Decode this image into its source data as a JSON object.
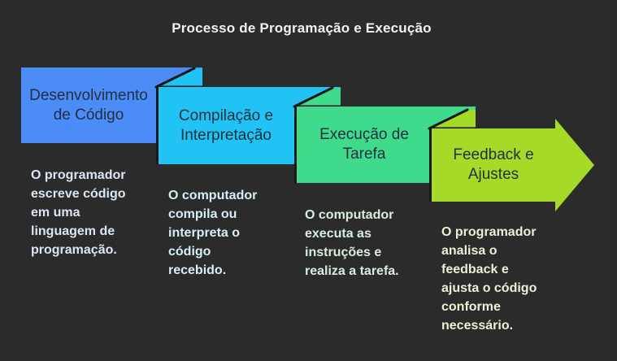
{
  "title": "Processo de Programação e Execução",
  "steps": [
    {
      "label": "Desenvolvimento\nde Código",
      "description": "O programador\nescreve código\nem uma\nlinguagem de\nprogramação."
    },
    {
      "label": "Compilação e\nInterpretação",
      "description": "O computador\ncompila ou\ninterpreta o\ncódigo\nrecebido."
    },
    {
      "label": "Execução de\nTarefa",
      "description": "O computador\nexecuta as\ninstruções e\nrealiza a tarefa."
    },
    {
      "label": "Feedback e\nAjustes",
      "description": "O programador\nanalisa o\nfeedback e\najusta o código\nconforme\nnecessário."
    }
  ],
  "colors": {
    "background": "#2b2b2b",
    "title": "#f2f2f2",
    "step_label": "#22303f",
    "outline": "#181818",
    "step1_fill": "#4b8cf7",
    "step2_fill": "#20c3f3",
    "step3_fill": "#40da8c",
    "step4_fill": "#a6da28",
    "step1_text": "#dbe6f4",
    "step2_text": "#d7eef7",
    "step3_text": "#d8eedd",
    "step4_text": "#e9f1d6"
  }
}
